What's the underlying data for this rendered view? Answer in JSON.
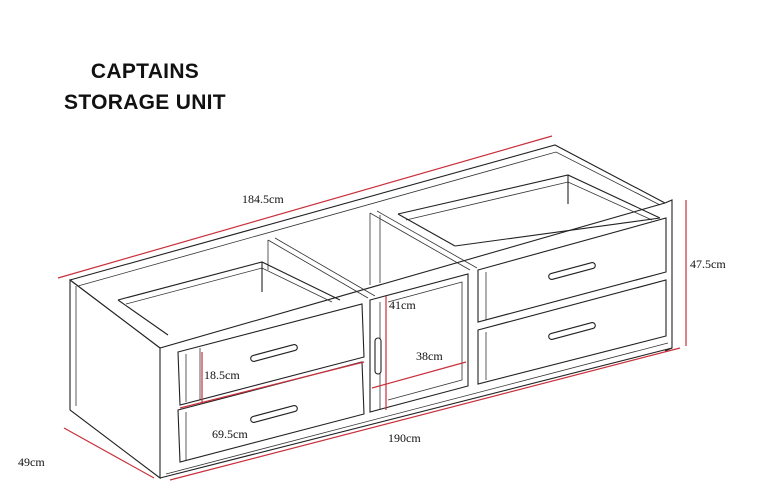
{
  "title": {
    "line1": "CAPTAINS",
    "line2": "STORAGE UNIT"
  },
  "dimensions": {
    "top_length": "184.5cm",
    "height": "47.5cm",
    "door_height": "41cm",
    "door_width": "38cm",
    "drawer_height": "18.5cm",
    "drawer_width": "69.5cm",
    "front_length": "190cm",
    "depth": "49cm"
  },
  "colors": {
    "dimension_line": "#c9303b",
    "outline": "#222222"
  }
}
